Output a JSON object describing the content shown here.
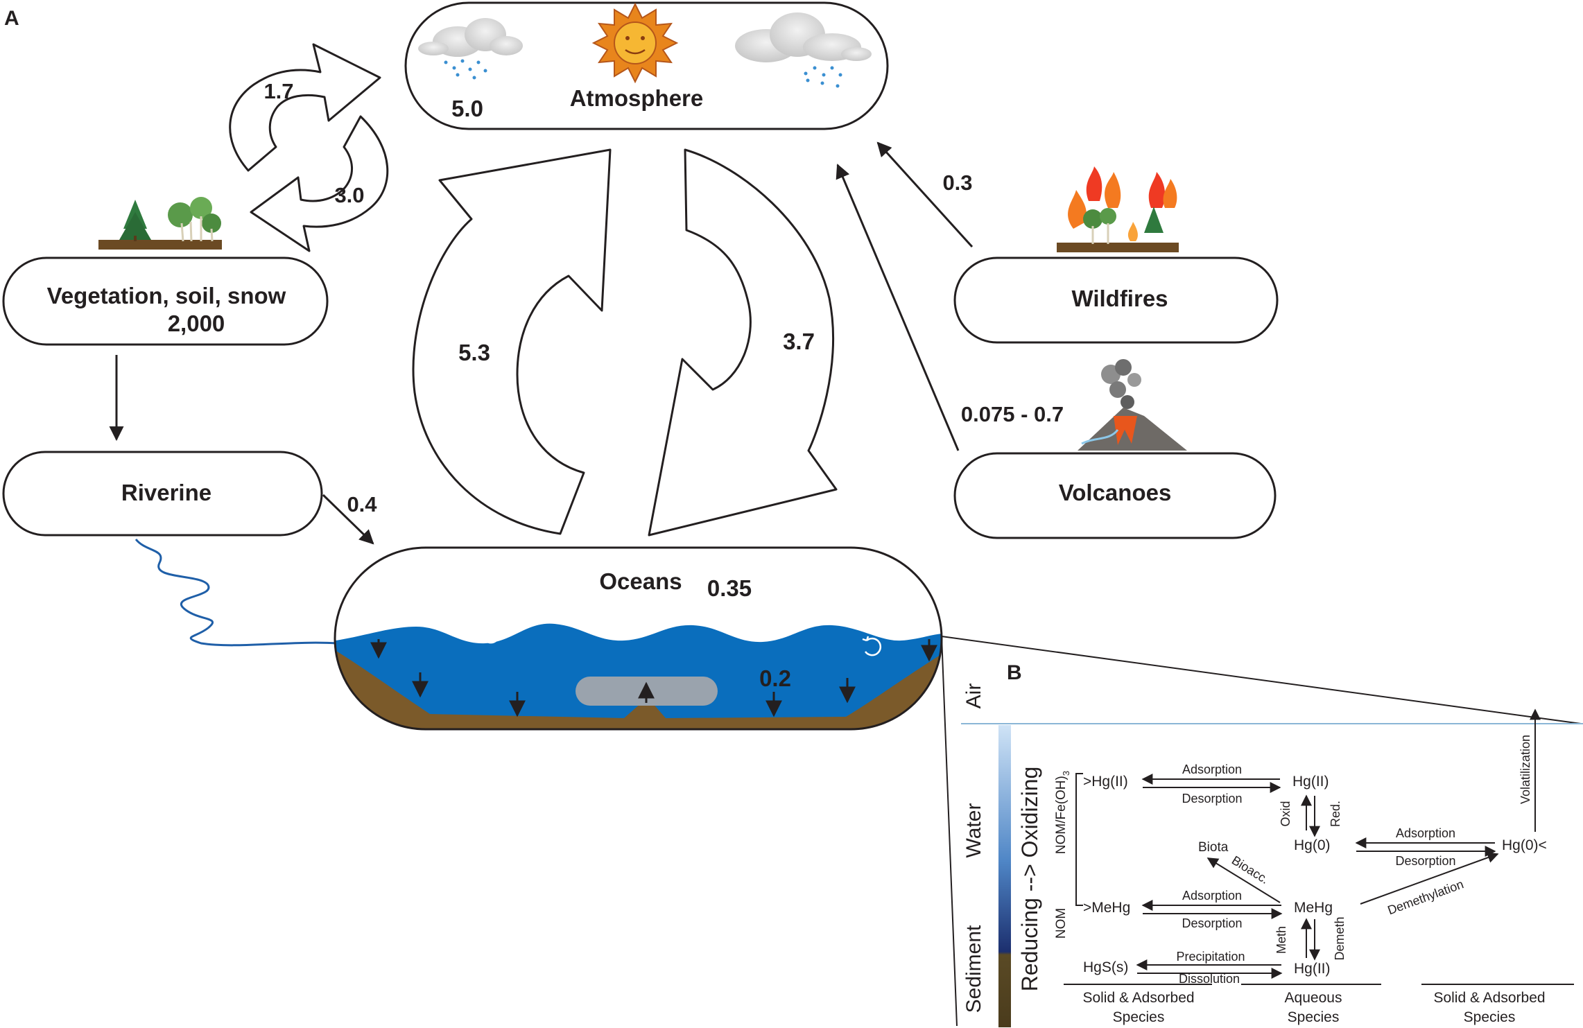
{
  "panel_a": {
    "letter": "A",
    "atmosphere": {
      "label": "Atmosphere",
      "value": "5.0"
    },
    "vegetation": {
      "label": "Vegetation, soil, snow",
      "value": "2,000"
    },
    "riverine": {
      "label": "Riverine"
    },
    "oceans": {
      "label": "Oceans",
      "value": "0.35",
      "sediment_value": "0.2"
    },
    "wildfires": {
      "label": "Wildfires",
      "flux": "0.3"
    },
    "volcanoes": {
      "label": "Volcanoes",
      "flux": "0.075 - 0.7"
    },
    "fluxes": {
      "land_to_atm": "1.7",
      "atm_to_land": "3.0",
      "ocean_to_atm": "5.3",
      "atm_to_ocean": "3.7",
      "river_to_ocean": "0.4"
    }
  },
  "panel_b": {
    "letter": "B",
    "zones": {
      "air": "Air",
      "water": "Water",
      "sediment": "Sediment"
    },
    "gradient_label": "Reducing --> Oxidizing",
    "bracket_labels": {
      "nom_fe": "NOM/Fe(OH)",
      "nom_fe_sub": "3",
      "nom": "NOM"
    },
    "species": {
      "adsorbed_hg2": ">Hg(II)",
      "hg2_aq": "Hg(II)",
      "hg0_aq": "Hg(0)",
      "hg0_gas": "Hg(0)<",
      "biota": "Biota",
      "adsorbed_mehg": ">MeHg",
      "mehg_aq": "MeHg",
      "hgs": "HgS(s)",
      "hg2_sed": "Hg(II)"
    },
    "processes": {
      "adsorption_1": "Adsorption",
      "desorption_1": "Desorption",
      "oxid": "Oxid",
      "red": "Red.",
      "adsorption_2": "Adsorption",
      "desorption_2": "Desorption",
      "volatilization": "Volatilization",
      "bioacc": "Bioacc.",
      "adsorption_3": "Adsorption",
      "desorption_3": "Desorption",
      "demethylation": "Demethylation",
      "meth": "Meth",
      "demeth": "Demeth",
      "precipitation": "Precipitation",
      "dissolution": "Dissolution"
    },
    "columns": {
      "solid_left_1": "Solid & Adsorbed",
      "solid_left_2": "Species",
      "aqueous_1": "Aqueous",
      "aqueous_2": "Species",
      "solid_right_1": "Solid & Adsorbed",
      "solid_right_2": "Species"
    }
  },
  "colors": {
    "ocean": "#0a6ebd",
    "sediment": "#7b5a2a",
    "river": "#1f5fa8",
    "outline": "#231f20"
  }
}
